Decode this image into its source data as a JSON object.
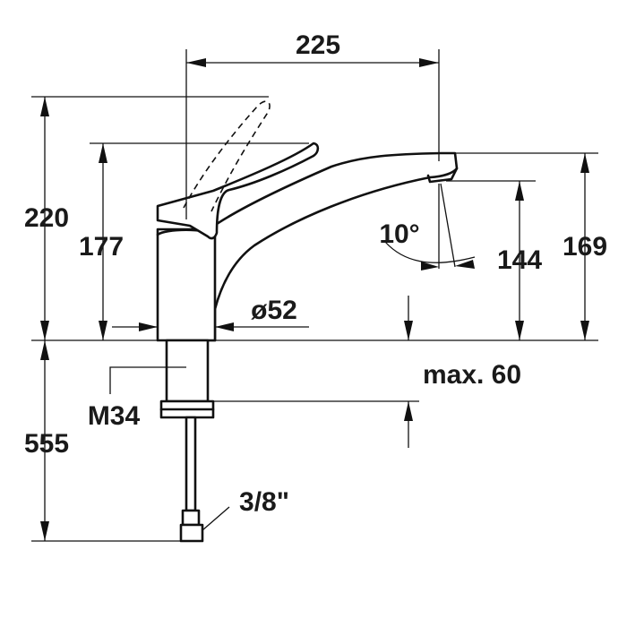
{
  "drawing": {
    "dimensions": {
      "spout_reach": "225",
      "total_height": "220",
      "body_height": "177",
      "spout_outlet_height": "169",
      "aerator_height": "144",
      "spout_angle": "10°",
      "base_diameter": "ø52",
      "max_counter_thickness": "max. 60",
      "thread_size": "M34",
      "hose_length": "555",
      "connection_size": "3/8\""
    }
  }
}
